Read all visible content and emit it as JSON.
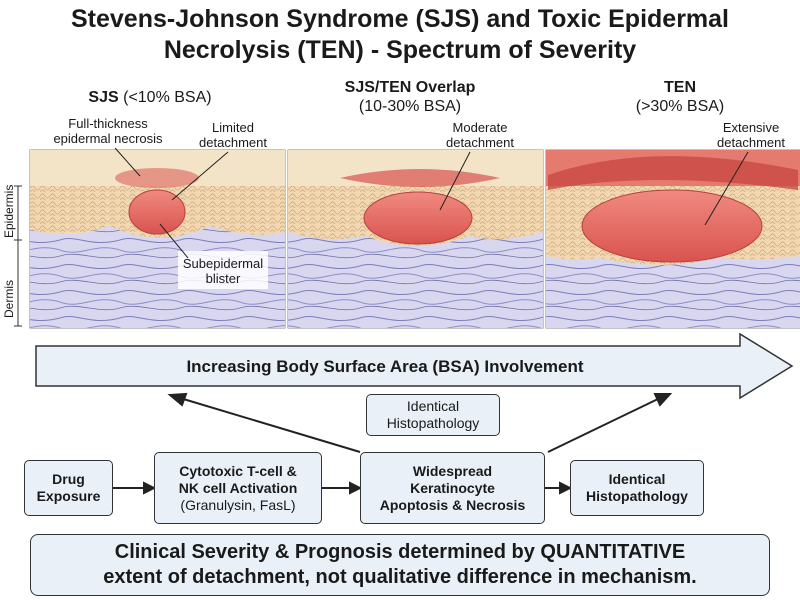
{
  "title": {
    "line1": "Stevens-Johnson Syndrome (SJS) and Toxic Epidermal",
    "line2": "Necrolysis (TEN) - Spectrum of Severity"
  },
  "panels": [
    {
      "name": "SJS",
      "range": "(<10% BSA)"
    },
    {
      "name": "SJS/TEN Overlap",
      "range": "(10-30% BSA)"
    },
    {
      "name": "TEN",
      "range": "(>30% BSA)"
    }
  ],
  "callouts": {
    "necrosis_1": "Full-thickness",
    "necrosis_2": "epidermal necrosis",
    "limited_1": "Limited",
    "limited_2": "detachment",
    "blister_1": "Subepidermal",
    "blister_2": "blister",
    "moderate_1": "Moderate",
    "moderate_2": "detachment",
    "extensive_1": "Extensive",
    "extensive_2": "detachment"
  },
  "layers": {
    "epidermis": "Epidermis",
    "dermis": "Dermis"
  },
  "banner": "Increasing Body Surface Area (BSA) Involvement",
  "histo_label": {
    "line1": "Identical",
    "line2": "Histopathology"
  },
  "flow": [
    {
      "line1": "Drug",
      "line2": "Exposure"
    },
    {
      "line1": "Cytotoxic T-cell &",
      "line2": "NK cell Activation",
      "line3": "(Granulysin, FasL)"
    },
    {
      "line1": "Widespread",
      "line2": "Keratinocyte",
      "line3": "Apoptosis & Necrosis"
    },
    {
      "line1": "Identical",
      "line2": "Histopathology"
    }
  ],
  "footer": {
    "line1": "Clinical Severity & Prognosis determined by QUANTITATIVE",
    "line2": "extent of detachment, not qualitative difference in mechanism."
  },
  "colors": {
    "panel_bg": "#e9f0f8",
    "blister": "#e0645c",
    "necrosis": "#d9534f",
    "dermis": "#c9c8ea",
    "epidermis": "#f0d2a8"
  }
}
